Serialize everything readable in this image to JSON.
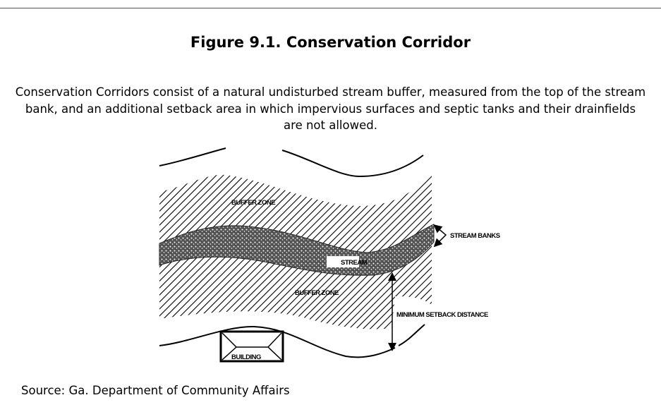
{
  "figure": {
    "title": "Figure 9.1. Conservation Corridor",
    "caption": "Conservation Corridors consist of a natural undisturbed stream buffer, measured from the top of the stream bank, and an additional setback area in which impervious surfaces and septic tanks and their drainfields are not allowed.",
    "source": "Source: Ga. Department of Community Affairs"
  },
  "diagram": {
    "labels": {
      "buffer_zone_upper": "BUFFER ZONE",
      "buffer_zone_lower": "BUFFER ZONE",
      "stream": "STREAM",
      "stream_banks": "STREAM BANKS",
      "minimum_setback": "MINIMUM SETBACK DISTANCE",
      "building": "BUILDING"
    }
  }
}
